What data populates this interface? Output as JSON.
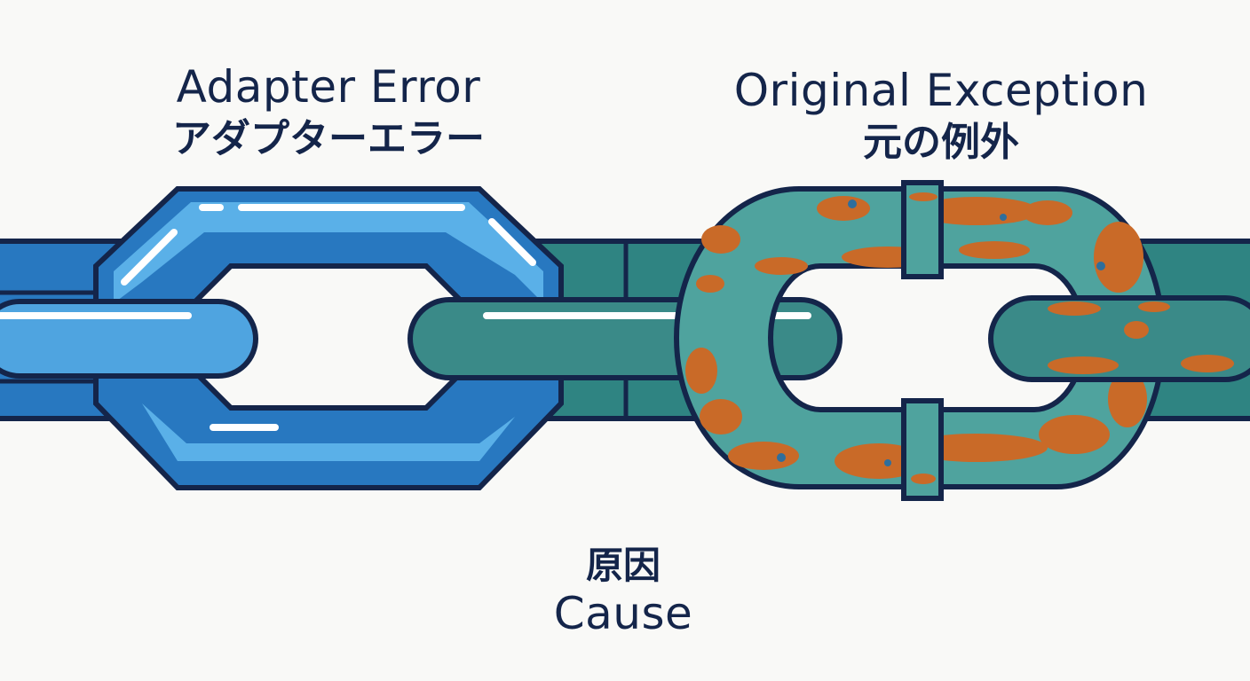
{
  "labels": {
    "adapter_error": {
      "en": "Adapter Error",
      "ja": "アダプターエラー"
    },
    "original_exception": {
      "en": "Original Exception",
      "ja": "元の例外"
    },
    "cause": {
      "ja": "原因",
      "en": "Cause"
    }
  },
  "colors": {
    "outline": "#14254a",
    "blue_dark": "#2878c0",
    "blue_light": "#5ab0e8",
    "blue_highlight": "#ffffff",
    "teal": "#3a8a88",
    "teal_light": "#4fa39e",
    "rust": "#c96a28",
    "rust_dark": "#b85a1e",
    "background": "#f9f9f7"
  },
  "icons": {
    "adapter_link": "chain-link-blue",
    "cause_link": "chain-link-teal",
    "original_link": "chain-link-rusty"
  }
}
